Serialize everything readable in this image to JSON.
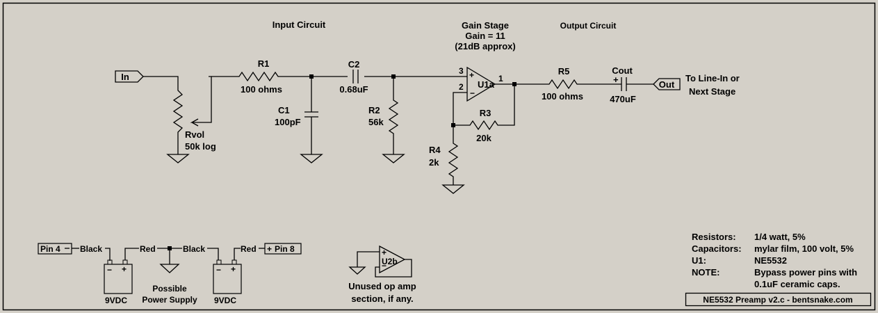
{
  "sections": {
    "input": "Input Circuit",
    "gain_title": "Gain Stage",
    "gain_value": "Gain = 11",
    "gain_db": "(21dB approx)",
    "output": "Output Circuit"
  },
  "ports": {
    "in": "In",
    "out": "Out"
  },
  "output_dest": {
    "line1": "To Line-In or",
    "line2": "Next Stage"
  },
  "components": {
    "r1": {
      "name": "R1",
      "value": "100 ohms"
    },
    "rvol": {
      "name": "Rvol",
      "value": "50k log"
    },
    "c1": {
      "name": "C1",
      "value": "100pF"
    },
    "c2": {
      "name": "C2",
      "value": "0.68uF"
    },
    "r2": {
      "name": "R2",
      "value": "56k"
    },
    "u1a": {
      "name": "U1a",
      "pin_plus": "3",
      "pin_minus": "2",
      "pin_out": "1"
    },
    "r3": {
      "name": "R3",
      "value": "20k"
    },
    "r4": {
      "name": "R4",
      "value": "2k"
    },
    "r5": {
      "name": "R5",
      "value": "100 ohms"
    },
    "cout": {
      "name": "Cout",
      "value": "470uF"
    },
    "u2b": {
      "name": "U2b"
    }
  },
  "power": {
    "pin4": "Pin 4",
    "pin8": "Pin 8",
    "black1": "Black",
    "red1": "Red",
    "black2": "Black",
    "red2": "Red",
    "battery": "9VDC",
    "caption1": "Possible",
    "caption2": "Power Supply"
  },
  "unused": {
    "line1": "Unused op amp",
    "line2": "section, if any."
  },
  "notes": [
    {
      "label": "Resistors:",
      "value": "1/4 watt, 5%"
    },
    {
      "label": "Capacitors:",
      "value": "mylar film, 100 volt, 5%"
    },
    {
      "label": "U1:",
      "value": "NE5532"
    },
    {
      "label": "NOTE:",
      "value": "Bypass power pins with"
    },
    {
      "label": "",
      "value": "0.1uF ceramic caps."
    }
  ],
  "title_block": "NE5532 Preamp v2.c - bentsnake.com"
}
